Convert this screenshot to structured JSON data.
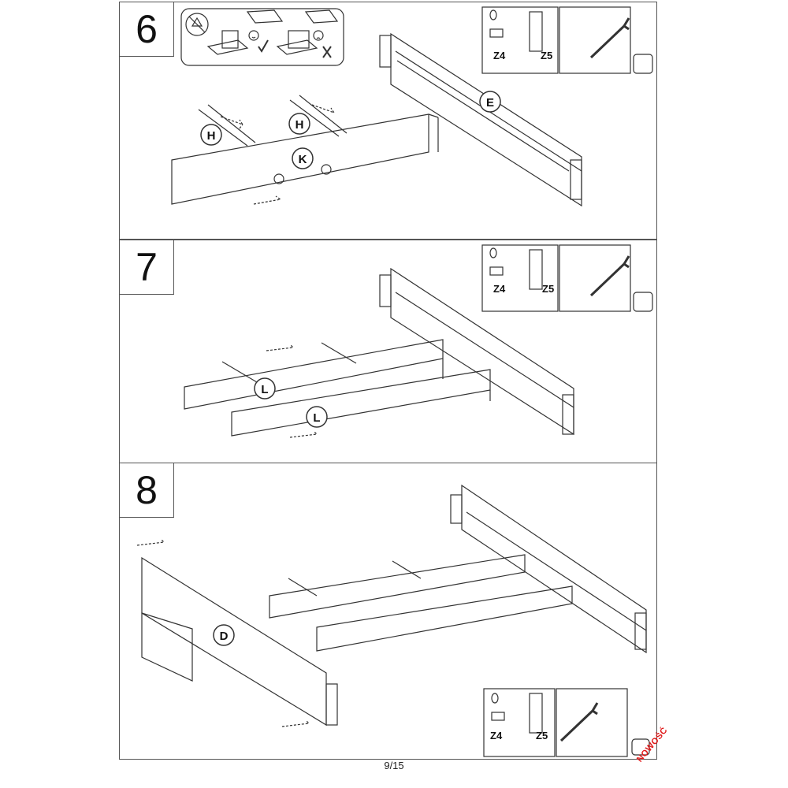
{
  "steps": [
    {
      "number": "6",
      "labels": {
        "h1": "H",
        "h2": "H",
        "k": "K",
        "e": "E"
      }
    },
    {
      "number": "7",
      "labels": {
        "l1": "L",
        "l2": "L"
      }
    },
    {
      "number": "8",
      "labels": {
        "d": "D"
      }
    }
  ],
  "hardware": {
    "dowel": "Z4",
    "cam": "Z5"
  },
  "page": "9/15",
  "stamp": "NOWOŚĆ",
  "colors": {
    "line": "#333333",
    "stamp": "#e01a1a"
  }
}
